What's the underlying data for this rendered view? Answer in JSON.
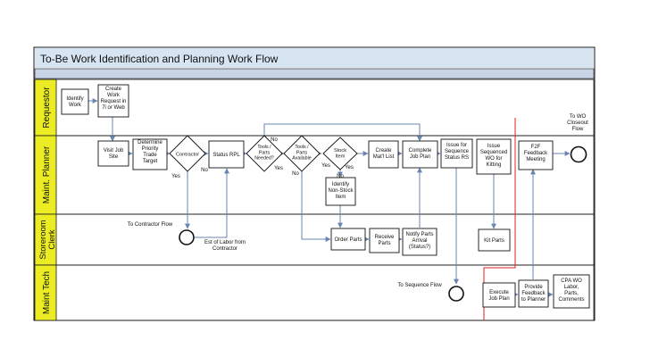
{
  "title": "To-Be Work Identification and Planning Work Flow",
  "colors": {
    "title_bar": "#d7e4f2",
    "stripe": "#c9d5e6",
    "lane_label": "#ecec24",
    "lane_border": "#1a1a1a",
    "box_border": "#111111",
    "arrow": "#6a86b0",
    "red_line": "#e02020"
  },
  "lanes": [
    {
      "id": "requestor",
      "label": "Requestor"
    },
    {
      "id": "planner",
      "label": "Maint. Planner"
    },
    {
      "id": "storeroom",
      "label": "Storeroom Clerk"
    },
    {
      "id": "tech",
      "label": "Maint Tech"
    }
  ],
  "boxes": {
    "identify_work": [
      "Identify",
      "Work"
    ],
    "create_request": [
      "Create",
      "Work",
      "Request in",
      "7i or Web"
    ],
    "visit_site": [
      "Visit Job",
      "Site"
    ],
    "priority": [
      "Determine",
      "Priority",
      "Trade",
      "Target"
    ],
    "status_rpl": [
      "Status RPL"
    ],
    "create_matl": [
      "Create",
      "Mat'l List"
    ],
    "complete_plan": [
      "Complete",
      "Job Plan"
    ],
    "issue_seq": [
      "Issue for",
      "Sequence",
      "Status RS"
    ],
    "issue_kitting": [
      "Issue",
      "Sequenced",
      "WO for",
      "Kitting"
    ],
    "f2f": [
      "F2F",
      "Feedback",
      "Meeting"
    ],
    "nonstock": [
      "Identify",
      "Non-Stock",
      "Item"
    ],
    "order_parts": [
      "Order Parts"
    ],
    "receive_parts": [
      "Receive",
      "Parts"
    ],
    "notify_parts": [
      "Notify Parts",
      "Arrival",
      "(Status?)"
    ],
    "kit_parts": [
      "Kit Parts"
    ],
    "execute_plan": [
      "Execute",
      "Job Plan"
    ],
    "provide_feedback": [
      "Provide",
      "Feedback",
      "to Planner"
    ],
    "cpa_wo": [
      "CPA WO",
      "Labor,",
      "Parts,",
      "Comments"
    ]
  },
  "decisions": {
    "contractor": [
      "Contractor"
    ],
    "tools_needed": [
      "Tools /",
      "Parts",
      "Needed?"
    ],
    "tools_available": [
      "Tools /",
      "Parts",
      "Available"
    ],
    "stock_item": [
      "Stock",
      "Item"
    ]
  },
  "labels": {
    "to_wo_closeout": [
      "To WO",
      "Closeout",
      "Flow"
    ],
    "to_contractor_flow": [
      "To Contractor Flow"
    ],
    "est_labor": [
      "Est of Labor from",
      "Contractor"
    ],
    "to_sequence_flow": [
      "To Sequence Flow"
    ],
    "yes_contractor": [
      "Yes"
    ],
    "no_contractor": [
      "No"
    ],
    "no_needed": [
      "No"
    ],
    "yes_needed": [
      "Yes"
    ],
    "yes_available": [
      "Yes"
    ],
    "no_available": [
      "No"
    ],
    "no_stock": [
      "No"
    ],
    "yes_stock": [
      "Yes"
    ]
  }
}
